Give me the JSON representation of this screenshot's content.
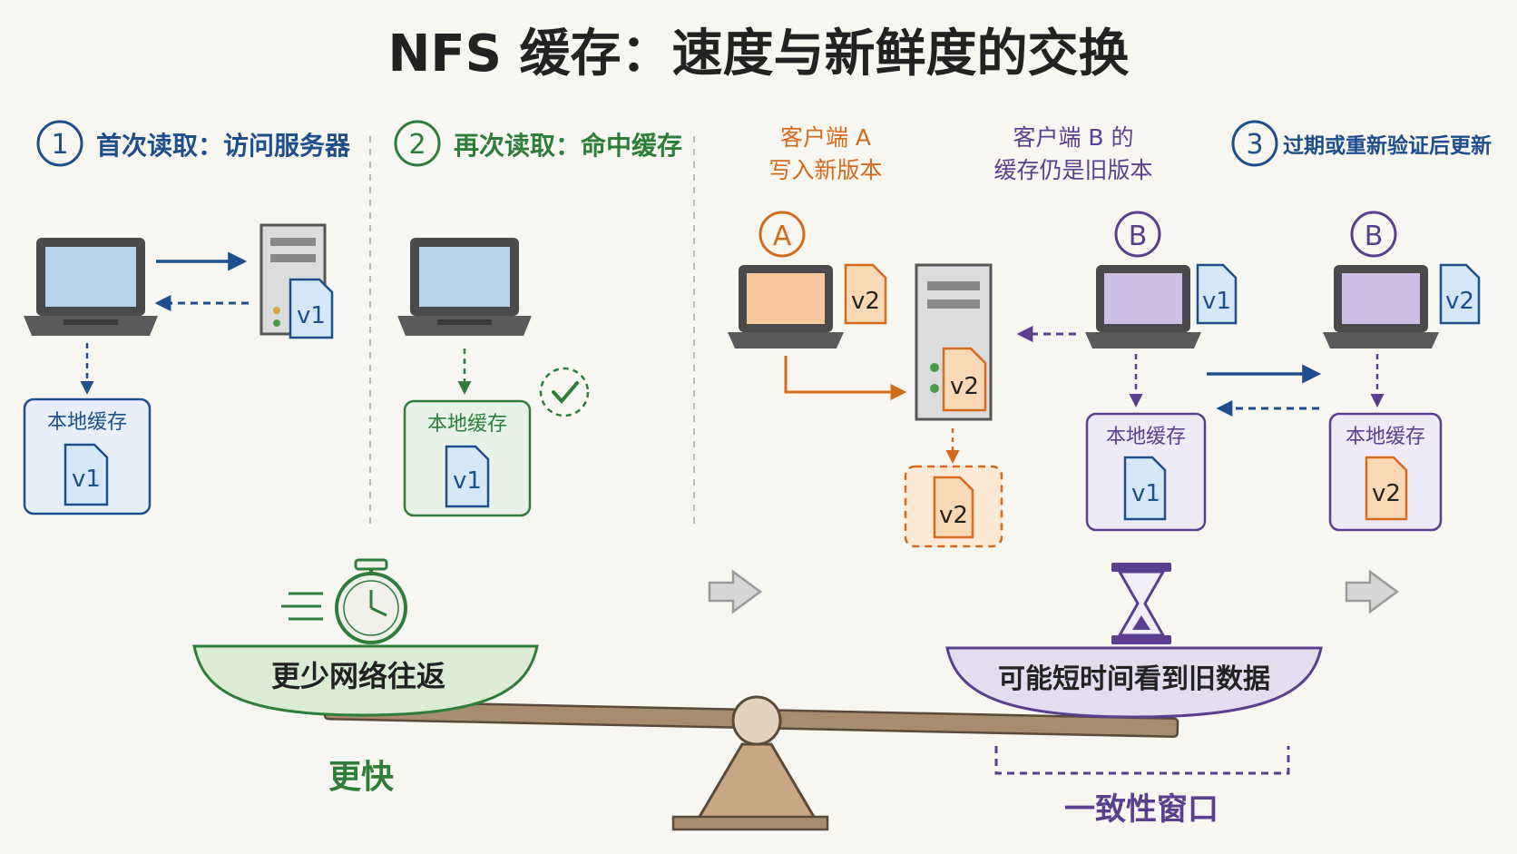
{
  "title": "NFS 缓存：速度与新鲜度的交换",
  "steps": [
    {
      "num": "1",
      "label": "首次读取：访问服务器"
    },
    {
      "num": "2",
      "label": "再次读取：命中缓存"
    },
    {
      "num": "3",
      "label": "过期或重新验证后更新"
    }
  ],
  "client_a": {
    "line1": "客户端 A",
    "line2": "写入新版本",
    "badge": "A"
  },
  "client_b": {
    "line1": "客户端 B 的",
    "line2": "缓存仍是旧版本",
    "badge": "B"
  },
  "client_b2": {
    "badge": "B"
  },
  "cache_label": "本地缓存",
  "versions": {
    "v1": "v1",
    "v2": "v2"
  },
  "scale": {
    "left_pan": "更少网络往返",
    "right_pan": "可能短时间看到旧数据",
    "left_caption": "更快",
    "right_caption": "一致性窗口"
  },
  "colors": {
    "blue": "#1f4e8c",
    "green": "#2e7d3b",
    "orange": "#d66a1c",
    "purple": "#5a3f8f",
    "brown": "#8a7258"
  }
}
